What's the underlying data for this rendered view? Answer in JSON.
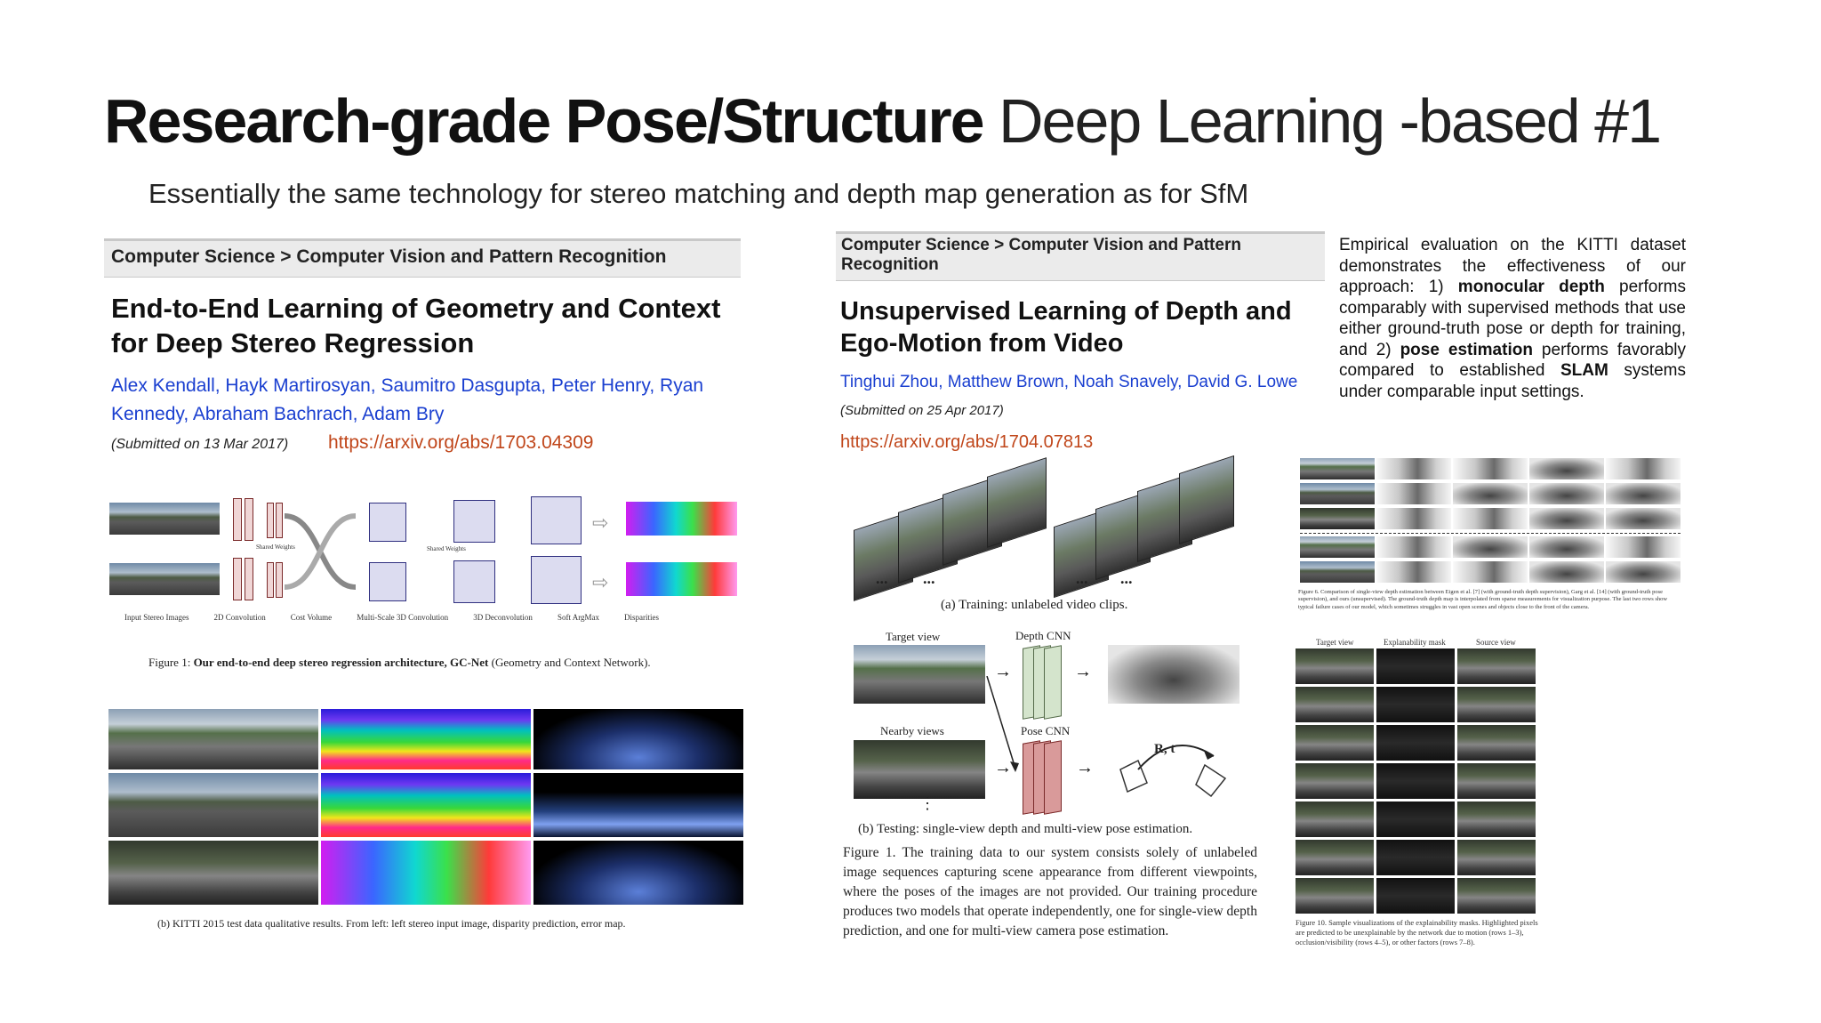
{
  "slide": {
    "title_bold": "Research-grade Pose/Structure",
    "title_light": "Deep Learning -based #1",
    "subtitle": "Essentially the same technology for stereo matching and depth map generation as for SfM"
  },
  "paper1": {
    "subject": "Computer Science > Computer Vision and Pattern Recognition",
    "title": "End-to-End Learning of Geometry and Context for Deep Stereo Regression",
    "authors": "Alex Kendall, Hayk Martirosyan, Saumitro Dasgupta, Peter Henry, Ryan Kennedy, Abraham Bachrach, Adam Bry",
    "submitted": "(Submitted on 13 Mar 2017)",
    "link": "https://arxiv.org/abs/1703.04309",
    "fig1_shared_top": "Shared Weights",
    "fig1_shared_mid": "Shared Weights",
    "fig1_stages": [
      "Input Stereo Images",
      "2D Convolution",
      "Cost Volume",
      "Multi-Scale 3D Convolution",
      "3D Deconvolution",
      "Soft ArgMax",
      "Disparities"
    ],
    "fig1_caption_prefix": "Figure 1: ",
    "fig1_caption_bold": "Our end-to-end deep stereo regression architecture, GC-Net",
    "fig1_caption_suffix": " (Geometry and Context Network).",
    "fig_b_caption": "(b) KITTI 2015 test data qualitative results. From left: left stereo input image, disparity prediction, error map."
  },
  "paper2": {
    "subject": "Computer Science > Computer Vision and Pattern Recognition",
    "title": "Unsupervised Learning of Depth and Ego-Motion from Video",
    "authors": "Tinghui Zhou, Matthew Brown, Noah Snavely, David G. Lowe",
    "submitted": "(Submitted on 25 Apr 2017)",
    "link": "https://arxiv.org/abs/1704.07813",
    "fig_a_caption": "(a) Training: unlabeled video clips.",
    "dots": "...",
    "target_view": "Target view",
    "depth_cnn": "Depth CNN",
    "nearby_views": "Nearby views",
    "pose_cnn": "Pose CNN",
    "rt": "R, t",
    "vdots": "⋮",
    "fig_b_caption": "(b) Testing: single-view depth and multi-view pose estimation.",
    "fig1_caption": "Figure 1. The training data to our system consists solely of unlabeled image sequences capturing scene appearance from different viewpoints, where the poses of the images are not provided. Our training procedure produces two models that operate independently, one for single-view depth prediction, and one for multi-view camera pose estimation.",
    "abstract_p1": "Empirical evaluation on the KITTI dataset demonstrates the effectiveness of our approach: 1) ",
    "abstract_b1": "monocular depth",
    "abstract_p2": " performs comparably with supervised methods that use either ground-truth pose or depth for training, and 2) ",
    "abstract_b2": "pose estimation",
    "abstract_p3": " performs favorably compared to established ",
    "abstract_b3": "SLAM",
    "abstract_p4": " systems under comparable input settings.",
    "fig6_caption": "Figure 6. Comparison of single-view depth estimation between Eigen et al. [7] (with ground-truth depth supervision), Garg et al. [14] (with ground-truth pose supervision), and ours (unsupervised). The ground-truth depth map is interpolated from sparse measurements for visualization purpose. The last two rows show typical failure cases of our model, which sometimes struggles in vast open scenes and objects close to the front of the camera.",
    "fig10_headers": [
      "Target view",
      "Explanability mask",
      "Source view"
    ],
    "fig10_caption": "Figure 10. Sample visualizations of the explainability masks. Highlighted pixels are predicted to be unexplainable by the network due to motion (rows 1–3), occlusion/visibility (rows 4–5), or other factors (rows 7–8)."
  }
}
